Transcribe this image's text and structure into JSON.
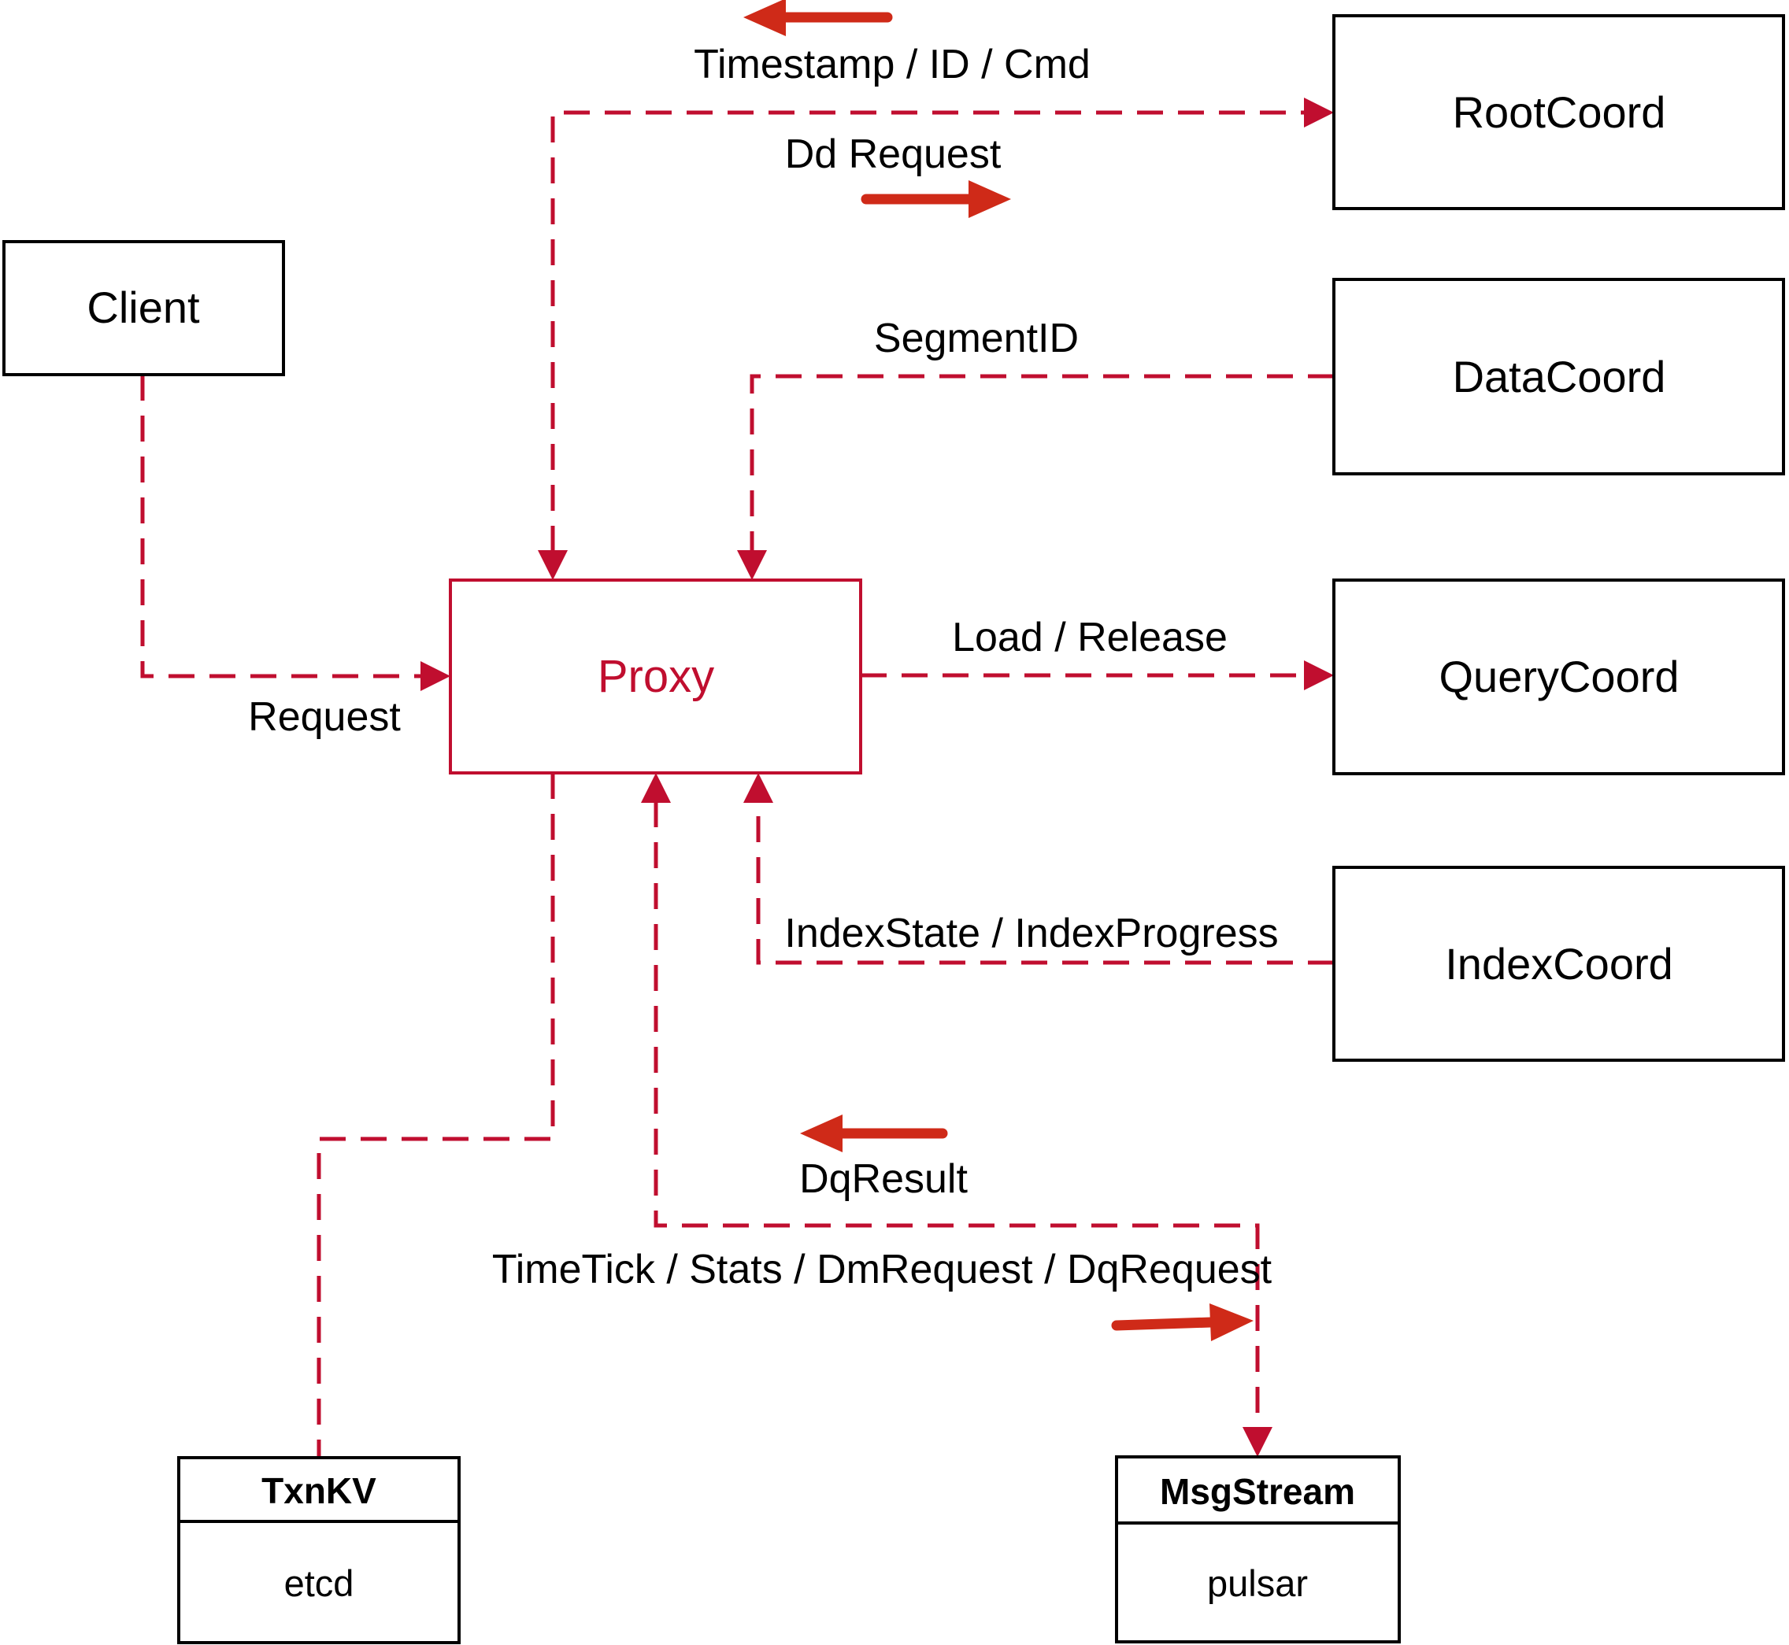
{
  "diagram": {
    "nodes": {
      "client": {
        "label": "Client"
      },
      "proxy": {
        "label": "Proxy"
      },
      "rootcoord": {
        "label": "RootCoord"
      },
      "datacoord": {
        "label": "DataCoord"
      },
      "querycoord": {
        "label": "QueryCoord"
      },
      "indexcoord": {
        "label": "IndexCoord"
      },
      "txnkv": {
        "title": "TxnKV",
        "subtitle": "etcd"
      },
      "msgstream": {
        "title": "MsgStream",
        "subtitle": "pulsar"
      }
    },
    "edges": {
      "root_to_proxy_label": "Timestamp / ID / Cmd",
      "proxy_to_root_label": "Dd Request",
      "data_to_proxy_label": "SegmentID",
      "client_to_proxy_label": "Request",
      "proxy_to_query_label": "Load / Release",
      "index_to_proxy_label": "IndexState / IndexProgress",
      "msg_to_proxy_label": "DqResult",
      "proxy_to_msg_label": "TimeTick / Stats / DmRequest / DqRequest"
    },
    "colors": {
      "line": "#c00e2f",
      "solid_arrow": "#cf2a18",
      "box_border": "#000000",
      "text": "#000000",
      "background": "#ffffff"
    }
  }
}
